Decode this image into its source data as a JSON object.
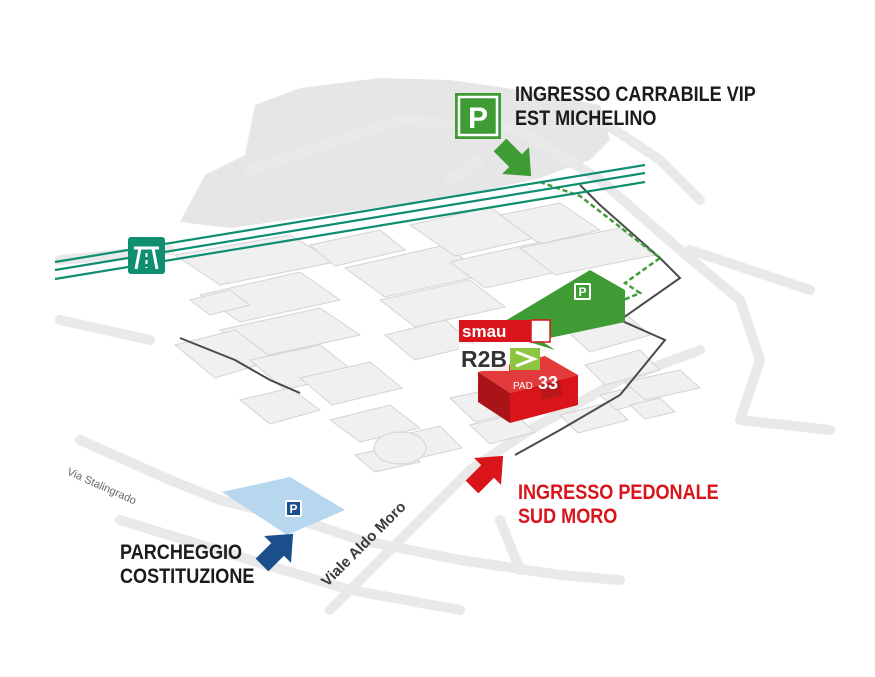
{
  "labels": {
    "vip_entrance": [
      "INGRESSO CARRABILE VIP",
      "EST MICHELINO"
    ],
    "pedestrian_entrance": [
      "INGRESSO PEDONALE",
      "SUD MORO"
    ],
    "parking_costituzione": [
      "PARCHEGGIO",
      "COSTITUZIONE"
    ]
  },
  "streets": {
    "stalingrado": "Via Stalingrado",
    "aldo_moro": "Viale Aldo Moro"
  },
  "pavilion": {
    "smau": "smau",
    "r2b": "R2B",
    "pad_prefix": "PAD",
    "pad_number": "33"
  },
  "parking_symbol": "P",
  "colors": {
    "vip_green": "#3f9c35",
    "pedestrian_red": "#d9141b",
    "parking_blue": "#1a4f8b",
    "highway_teal": "#0f8e70",
    "building_gray": "#efefef",
    "building_stroke": "#d0d0d0",
    "park_area_blue": "#b7d7ee"
  },
  "icons": [
    "parking-icon",
    "highway-icon",
    "arrow-icon"
  ]
}
